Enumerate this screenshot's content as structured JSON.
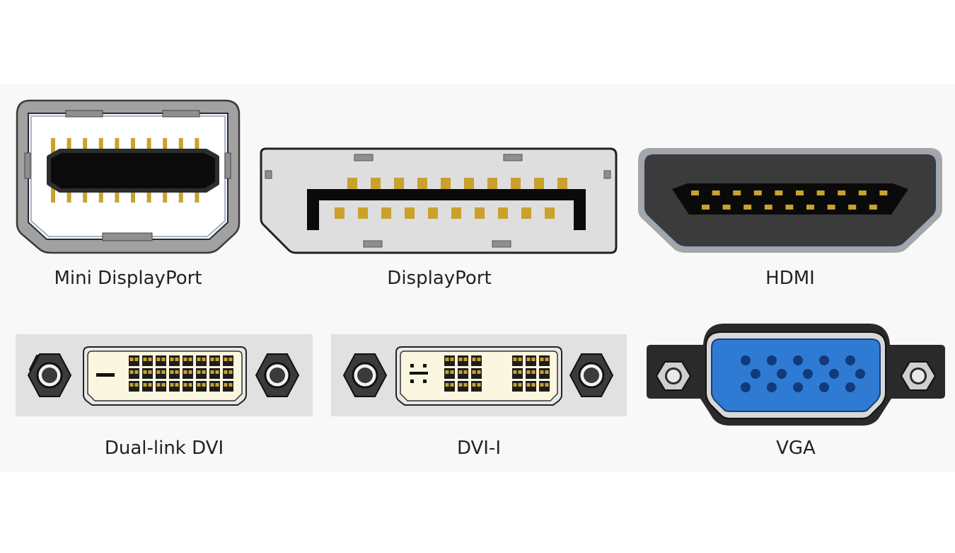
{
  "connectors": {
    "mini_displayport": {
      "label": "Mini DisplayPort",
      "icon": "mini-displayport-connector-icon"
    },
    "displayport": {
      "label": "DisplayPort",
      "icon": "displayport-connector-icon"
    },
    "hdmi": {
      "label": "HDMI",
      "icon": "hdmi-connector-icon"
    },
    "dual_link_dvi": {
      "label": "Dual-link DVI",
      "icon": "dual-link-dvi-connector-icon"
    },
    "dvi_i": {
      "label": "DVI-I",
      "icon": "dvi-i-connector-icon"
    },
    "vga": {
      "label": "VGA",
      "icon": "vga-connector-icon"
    }
  },
  "colors": {
    "pin_gold": "#caa12c",
    "pin_dark": "#1d1d1d",
    "shell_gray": "#9c9c9c",
    "dvi_body": "#fbf6df",
    "vga_blue": "#2f7bd3",
    "vga_pin": "#123a7a"
  }
}
